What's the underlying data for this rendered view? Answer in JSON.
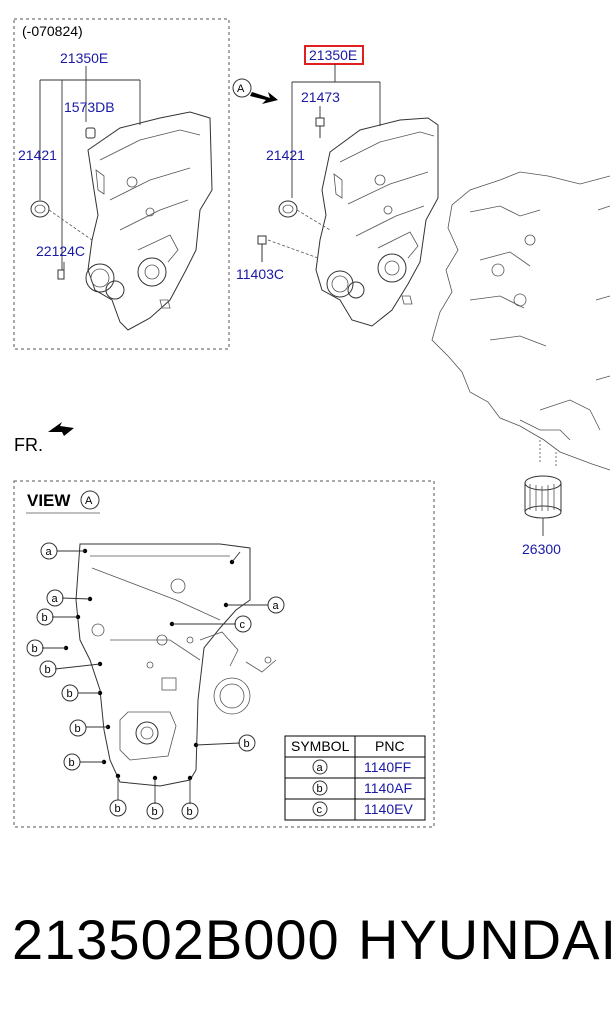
{
  "variant_label": "(-070824)",
  "highlight_color": "#e02020",
  "part_number_color": "#1a1aa6",
  "left_group": {
    "assembly": "21350E",
    "bolt": "1573DB",
    "seal": "21421",
    "pin": "22124C"
  },
  "right_group": {
    "assembly": "21350E",
    "bolt": "21473",
    "seal": "21421",
    "bolt2": "11403C"
  },
  "view_marker": "A",
  "front_label": "FR.",
  "oil_filter": "26300",
  "view_title": "VIEW",
  "view_letter": "A",
  "symbols": {
    "a": "a",
    "b": "b",
    "c": "c"
  },
  "table": {
    "header_symbol": "SYMBOL",
    "header_pnc": "PNC",
    "rows": [
      {
        "symbol": "a",
        "pnc": "1140FF"
      },
      {
        "symbol": "b",
        "pnc": "1140AF"
      },
      {
        "symbol": "c",
        "pnc": "1140EV"
      }
    ]
  },
  "footer": {
    "part_code": "213502B000",
    "brand": "HYUNDAI"
  }
}
